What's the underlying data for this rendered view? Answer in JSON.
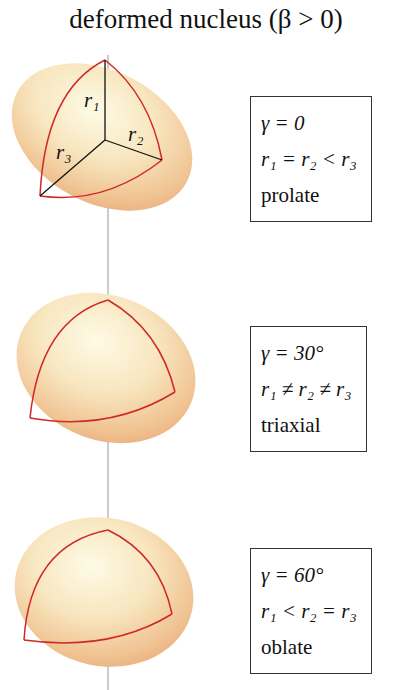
{
  "diagram": {
    "title": "deformed nucleus (β > 0)",
    "nodes": [
      {
        "text": [
          "γ = 0",
          "r₁ = r₂ < r₃",
          "prolate"
        ]
      },
      {
        "text": [
          "γ = 30°",
          "r₁ ≠ r₂ ≠ r₃",
          "triaxial"
        ]
      },
      {
        "text": [
          "γ = 60°",
          "r₁ < r₂ = r₃",
          "oblate"
        ]
      }
    ],
    "labels": [
      "r₁",
      "r₂",
      "r₃"
    ]
  }
}
